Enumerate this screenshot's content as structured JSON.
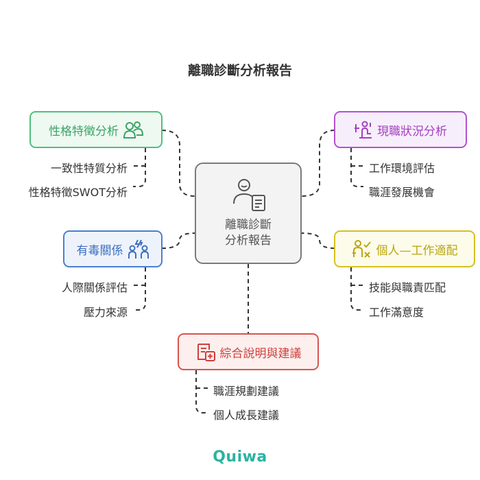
{
  "title": "離職診斷分析報告",
  "center": {
    "line1": "離職診斷",
    "line2": "分析報告"
  },
  "branches": {
    "personality": {
      "label": "性格特徵分析",
      "items": [
        "一致性特質分析",
        "性格特徵SWOT分析"
      ],
      "color": "#4fbf7e",
      "fill": "#eef9f1"
    },
    "toxic": {
      "label": "有毒關係",
      "items": [
        "人際關係評估",
        "壓力來源"
      ],
      "color": "#4a7fd1",
      "fill": "#eef3fb"
    },
    "current": {
      "label": "現職狀況分析",
      "items": [
        "工作環境評估",
        "職涯發展機會"
      ],
      "color": "#b44fd1",
      "fill": "#f7eefb"
    },
    "fit": {
      "label": "個人—工作適配",
      "items": [
        "技能與職責匹配",
        "工作滿意度"
      ],
      "color": "#d4c21c",
      "fill": "#fdfbea"
    },
    "advice": {
      "label": "綜合說明與建議",
      "items": [
        "職涯規劃建議",
        "個人成長建議"
      ],
      "color": "#d9534f",
      "fill": "#fcefee"
    }
  },
  "logo": "Quiwa"
}
